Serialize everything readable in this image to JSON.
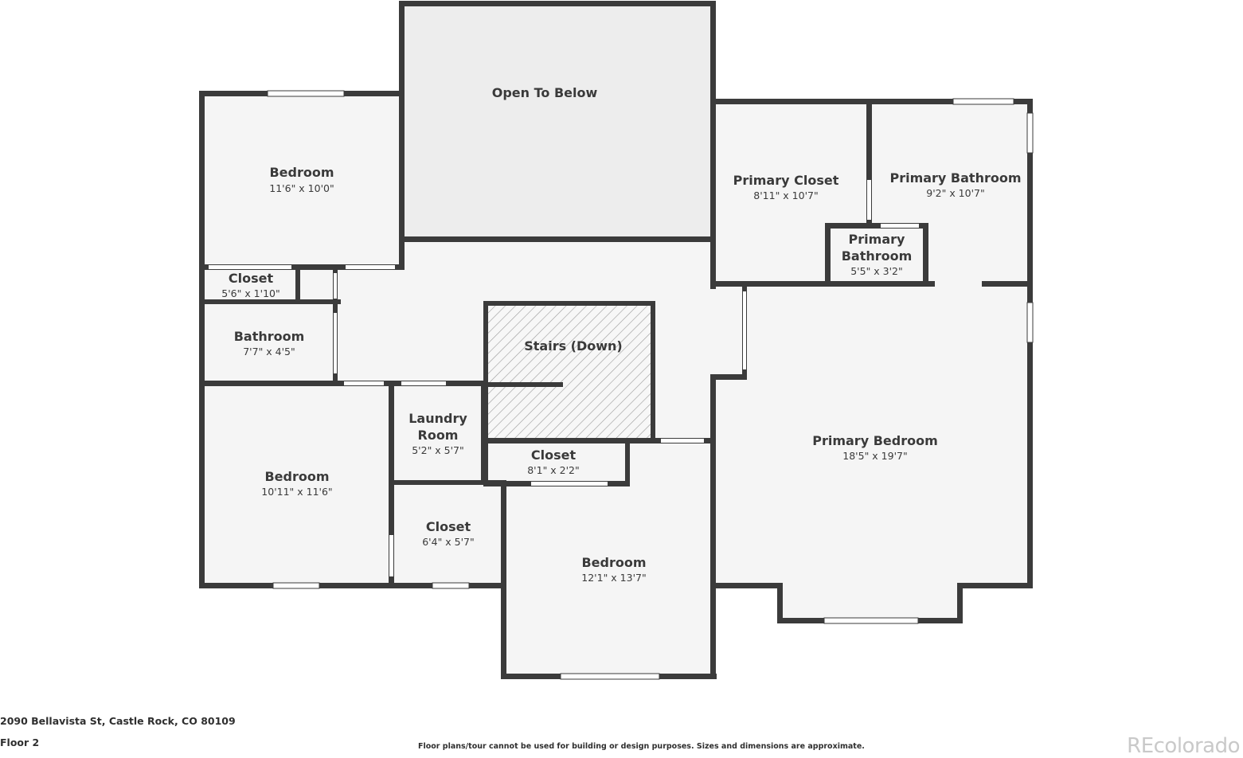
{
  "rooms": {
    "open_to_below": {
      "name": "Open To Below"
    },
    "bedroom_nw": {
      "name": "Bedroom",
      "dims": "11'6\" x 10'0\""
    },
    "closet_small": {
      "name": "Closet",
      "dims": "5'6\" x 1'10\""
    },
    "bathroom": {
      "name": "Bathroom",
      "dims": "7'7\" x 4'5\""
    },
    "stairs": {
      "name": "Stairs (Down)"
    },
    "laundry": {
      "name_line1": "Laundry",
      "name_line2": "Room",
      "dims": "5'2\" x 5'7\""
    },
    "closet_hall": {
      "name": "Closet",
      "dims": "8'1\" x 2'2\""
    },
    "bedroom_sw": {
      "name": "Bedroom",
      "dims": "10'11\" x 11'6\""
    },
    "closet_sw": {
      "name": "Closet",
      "dims": "6'4\" x 5'7\""
    },
    "bedroom_s": {
      "name": "Bedroom",
      "dims": "12'1\" x 13'7\""
    },
    "primary_closet": {
      "name": "Primary Closet",
      "dims": "8'11\" x 10'7\""
    },
    "primary_bathroom": {
      "name": "Primary Bathroom",
      "dims": "9'2\" x 10'7\""
    },
    "primary_bathroom_small": {
      "name_line1": "Primary",
      "name_line2": "Bathroom",
      "dims": "5'5\" x 3'2\""
    },
    "primary_bedroom": {
      "name": "Primary Bedroom",
      "dims": "18'5\" x 19'7\""
    }
  },
  "footer": {
    "address": "2090 Bellavista St, Castle Rock, CO 80109",
    "floor": "Floor 2",
    "disclaimer": "Floor plans/tour cannot be used for building or design purposes. Sizes and dimensions are approximate.",
    "brand": "REcolorado"
  }
}
